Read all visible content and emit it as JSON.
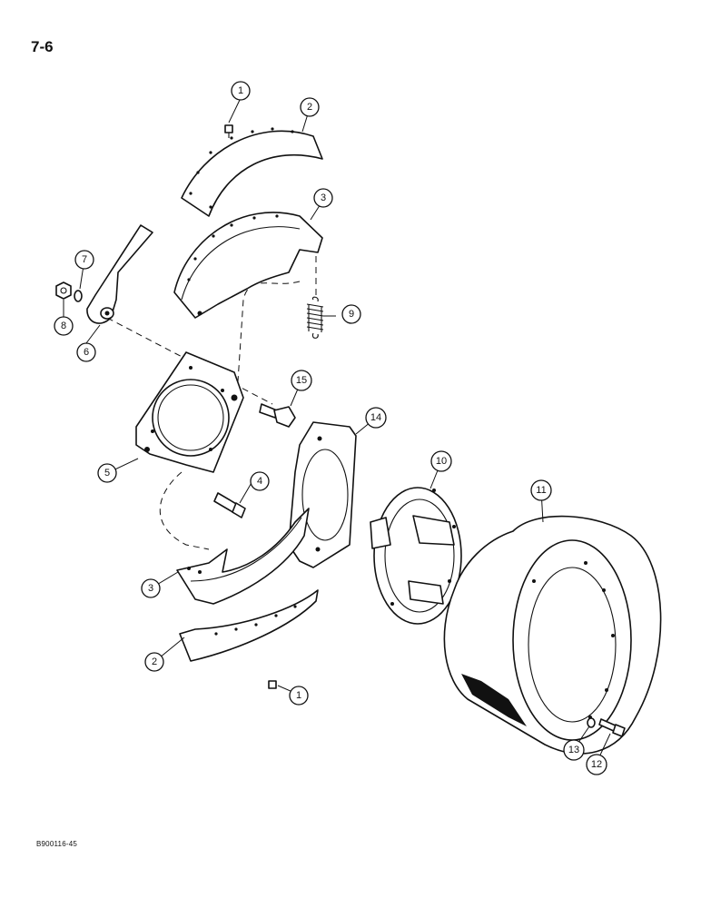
{
  "page_number": "7-6",
  "drawing_code": "B900116-45",
  "callouts": [
    {
      "label": "1"
    },
    {
      "label": "2"
    },
    {
      "label": "3"
    },
    {
      "label": "9"
    },
    {
      "label": "7"
    },
    {
      "label": "8"
    },
    {
      "label": "6"
    },
    {
      "label": "15"
    },
    {
      "label": "14"
    },
    {
      "label": "5"
    },
    {
      "label": "4"
    },
    {
      "label": "10"
    },
    {
      "label": "11"
    },
    {
      "label": "3"
    },
    {
      "label": "2"
    },
    {
      "label": "1"
    },
    {
      "label": "13"
    },
    {
      "label": "12"
    }
  ]
}
